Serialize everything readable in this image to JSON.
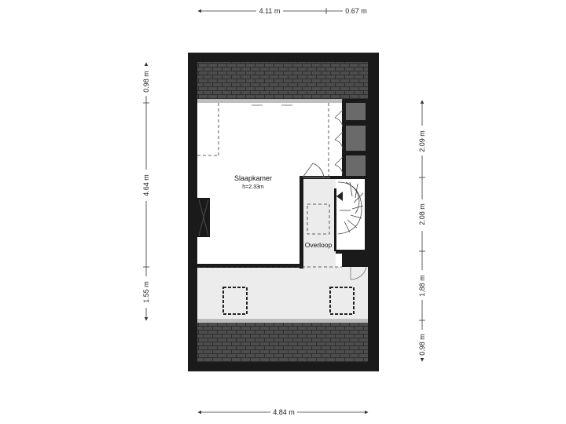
{
  "dimensions": {
    "top_main": "4.11 m",
    "top_secondary": "0.67 m",
    "bottom": "4.84 m",
    "left_upper": "0.98 m",
    "left_middle": "4.64 m",
    "left_lower": "1.55 m",
    "right_1": "2.09 m",
    "right_2": "2.08 m",
    "right_3": "1.88 m",
    "right_4": "0.98 m"
  },
  "rooms": {
    "bedroom_name": "Slaapkamer",
    "bedroom_height": "h=2.33m",
    "landing_name": "Overloop"
  },
  "colors": {
    "wall": "#1a1a1a",
    "floor": "#ffffff",
    "landing_floor": "#ececec",
    "roof_tiles": "#4a4a4a",
    "dimension_line": "#333333"
  }
}
